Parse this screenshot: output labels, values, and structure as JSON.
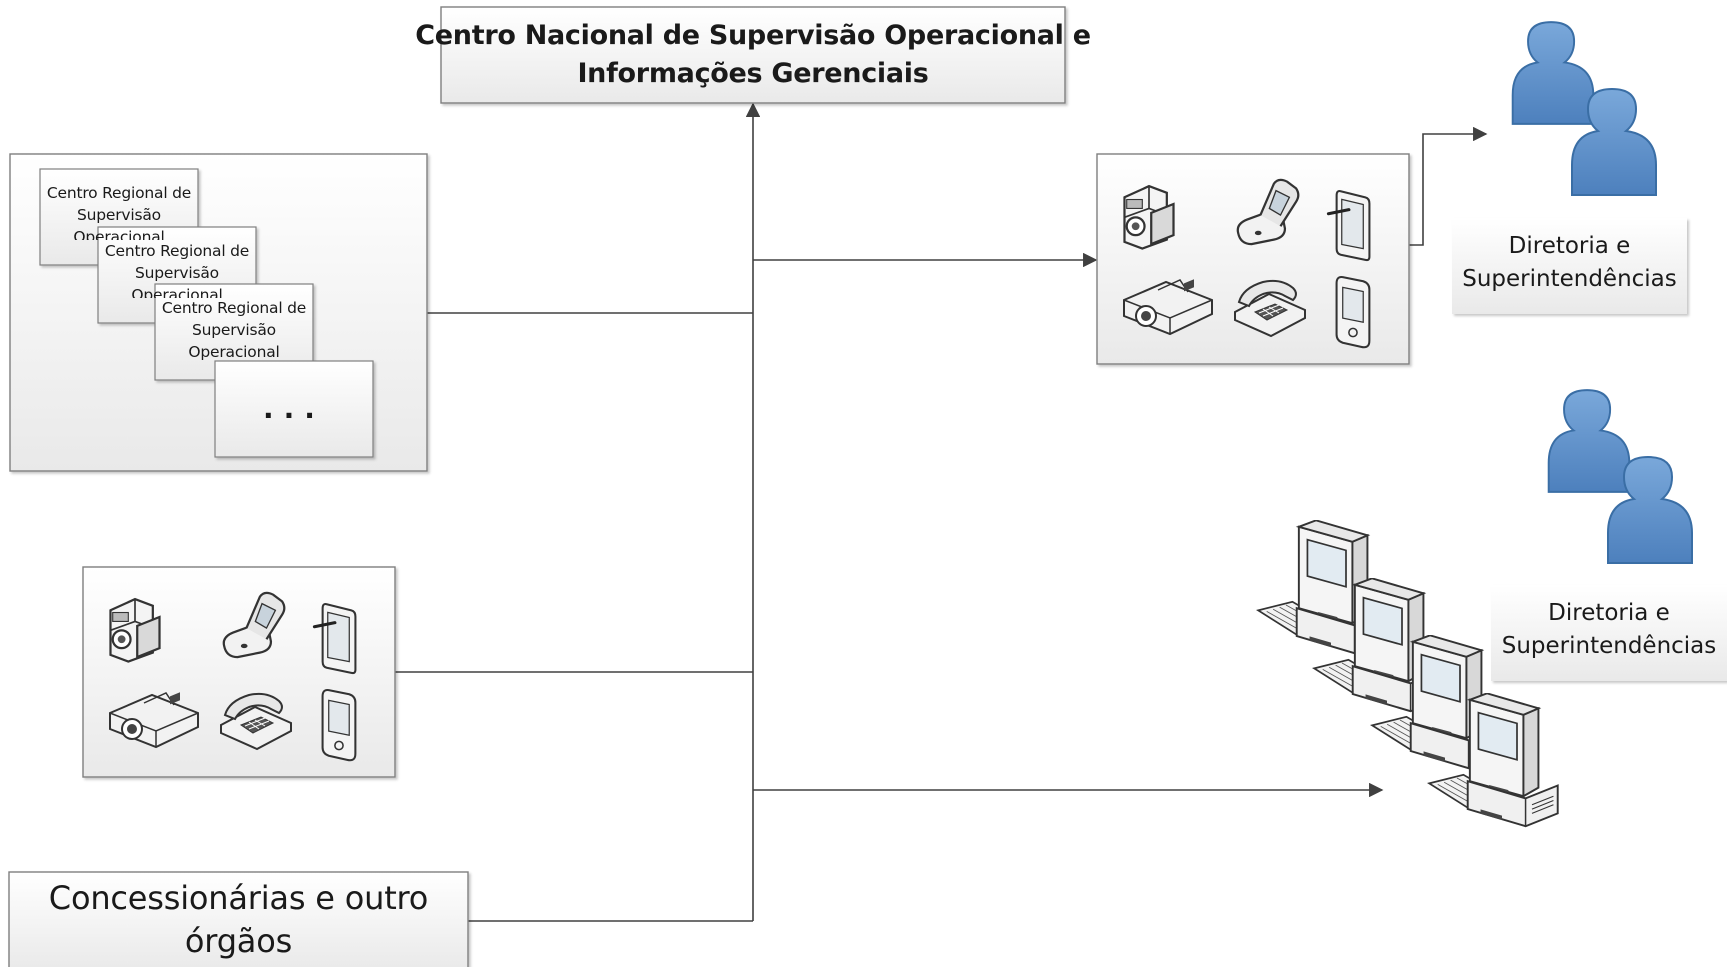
{
  "national_center": {
    "line1": "Centro Nacional de Supervisão Operacional e",
    "line2": "Informações Gerenciais"
  },
  "regional_centers": [
    {
      "line1": "Centro Regional de",
      "line2": "Supervisão",
      "line3": "Operacional"
    },
    {
      "line1": "Centro Regional de",
      "line2": "Supervisão",
      "line3": "Operacional"
    },
    {
      "line1": "Centro Regional de",
      "line2": "Supervisão",
      "line3": "Operacional"
    }
  ],
  "more_centers": "...",
  "concessionarias": {
    "line1": "Concessionárias e outro",
    "line2": "órgãos"
  },
  "directorate_top": {
    "line1": "Diretoria e",
    "line2": "Superintendências"
  },
  "directorate_bottom": {
    "line1": "Diretoria e",
    "line2": "Superintendências"
  },
  "device_icons": [
    "video-camera-icon",
    "flip-phone-icon",
    "tablet-stylus-icon",
    "projector-icon",
    "desk-phone-icon",
    "pda-icon"
  ],
  "colors": {
    "line": "#404040",
    "box_border": "#7f7f7f",
    "person_fill": "#5b8fc9",
    "person_stroke": "#3a6ea5"
  }
}
